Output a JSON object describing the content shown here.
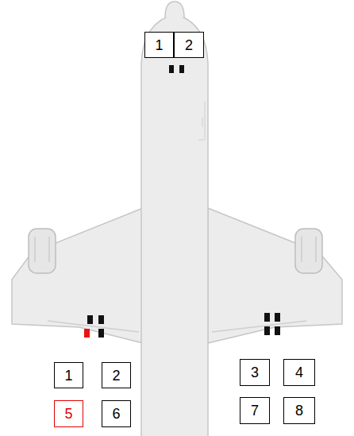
{
  "diagram": {
    "nodes": [
      {
        "text": [
          "1"
        ]
      },
      {
        "text": [
          "2"
        ]
      },
      {
        "text": [
          "1"
        ]
      },
      {
        "text": [
          "2"
        ]
      },
      {
        "text": [
          "3"
        ]
      },
      {
        "text": [
          "4"
        ]
      },
      {
        "text": [
          "5"
        ]
      },
      {
        "text": [
          "6"
        ]
      },
      {
        "text": [
          "7"
        ]
      },
      {
        "text": [
          "8"
        ]
      }
    ]
  }
}
